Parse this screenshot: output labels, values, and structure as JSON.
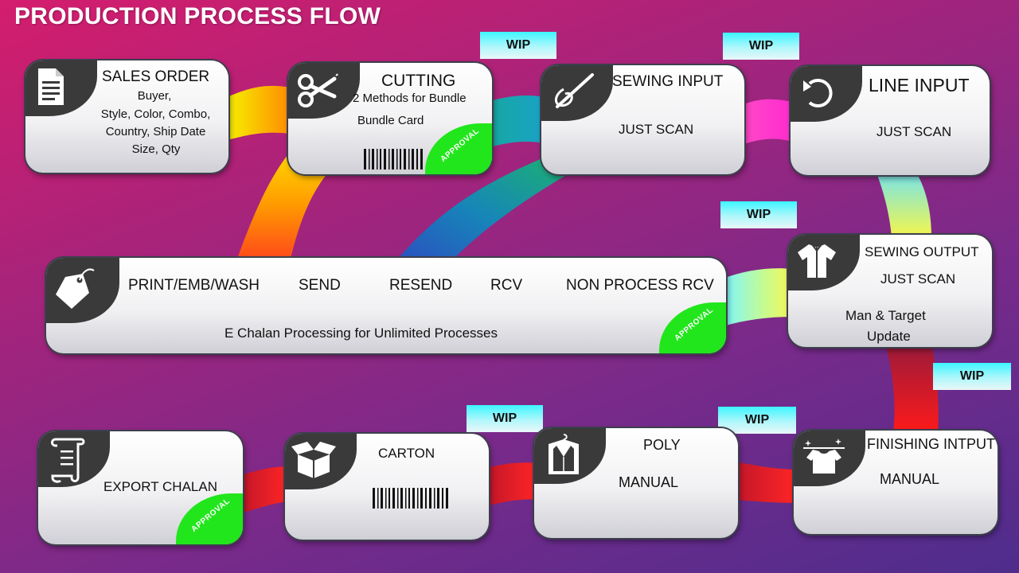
{
  "title": "PRODUCTION PROCESS FLOW",
  "wip_label": "WIP",
  "approval_label": "APPROVAL",
  "nodes": {
    "sales_order": {
      "title": "SALES ORDER",
      "lines": [
        "Buyer,",
        "Style, Color, Combo,",
        "Country, Ship Date",
        "Size, Qty"
      ],
      "icon": "document-icon"
    },
    "cutting": {
      "title": "CUTTING",
      "line1": "2 Methods for Bundle",
      "line2": "Bundle Card",
      "icon": "scissors-icon",
      "approval": true
    },
    "sewing_input": {
      "title": "SEWING INPUT",
      "sub": "JUST SCAN",
      "icon": "needle-thread-icon"
    },
    "line_input": {
      "title": "LINE INPUT",
      "sub": "JUST SCAN",
      "icon": "rotate-arrow-icon"
    },
    "print": {
      "labels": [
        "PRINT/EMB/WASH",
        "SEND",
        "RESEND",
        "RCV",
        "NON PROCESS RCV"
      ],
      "sub": "E Chalan Processing for Unlimited Processes",
      "icon": "price-tag-icon",
      "approval": true
    },
    "sewing_output": {
      "title": "SEWING OUTPUT",
      "sub": "JUST SCAN",
      "line1": "Man & Target",
      "line2": "Update",
      "icon": "shirt-icon"
    },
    "finishing_input": {
      "title": "FINISHING INTPUT",
      "sub": "MANUAL",
      "icon": "tshirt-sparkle-icon"
    },
    "poly": {
      "title": "POLY",
      "sub": "MANUAL",
      "icon": "garment-bag-icon"
    },
    "carton": {
      "title": "CARTON",
      "icon": "open-box-icon"
    },
    "export_chalan": {
      "title": "EXPORT CHALAN",
      "icon": "scroll-icon",
      "approval": true
    }
  },
  "colors": {
    "approval": "#22e61c",
    "wip_top": "#3df6ff",
    "icon_corner": "#3a3a3a"
  }
}
